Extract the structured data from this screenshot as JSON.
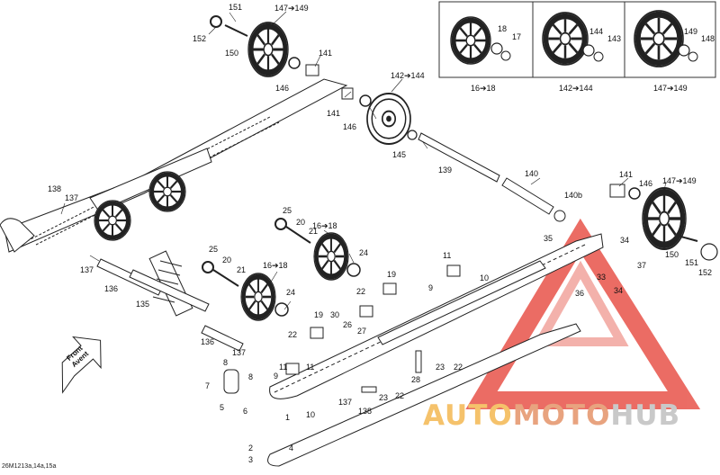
{
  "reference_code": "26M1213a,14a,15a",
  "watermark": {
    "part1": "AUTO",
    "part2": "MOTO",
    "part3": "HUB"
  },
  "front_sign": {
    "line1": "Front",
    "line2": "Avent"
  },
  "inset_captions": [
    "16➔18",
    "142➔144",
    "147➔149"
  ],
  "callouts": [
    "151",
    "147➔149",
    "152",
    "150",
    "146",
    "141",
    "141",
    "142➔144",
    "146",
    "145",
    "139",
    "140",
    "140b",
    "141",
    "146",
    "147➔149",
    "138",
    "137",
    "16➔18",
    "25",
    "20",
    "21",
    "24",
    "25",
    "20",
    "21",
    "16➔18",
    "24",
    "11",
    "10",
    "9",
    "19",
    "22",
    "30",
    "26",
    "27",
    "19",
    "22",
    "137",
    "136",
    "135",
    "136",
    "137",
    "8",
    "7",
    "5",
    "6",
    "9",
    "11",
    "10",
    "1",
    "11",
    "8",
    "137",
    "138",
    "23",
    "22",
    "28",
    "23",
    "22",
    "2",
    "4",
    "3",
    "35",
    "36",
    "33",
    "34",
    "37",
    "34",
    "150",
    "151",
    "152",
    "18",
    "17",
    "144",
    "143",
    "149",
    "148"
  ],
  "colors": {
    "line": "#222222",
    "watermark_red": "#e8534a",
    "watermark_light": "#f2a49d"
  }
}
